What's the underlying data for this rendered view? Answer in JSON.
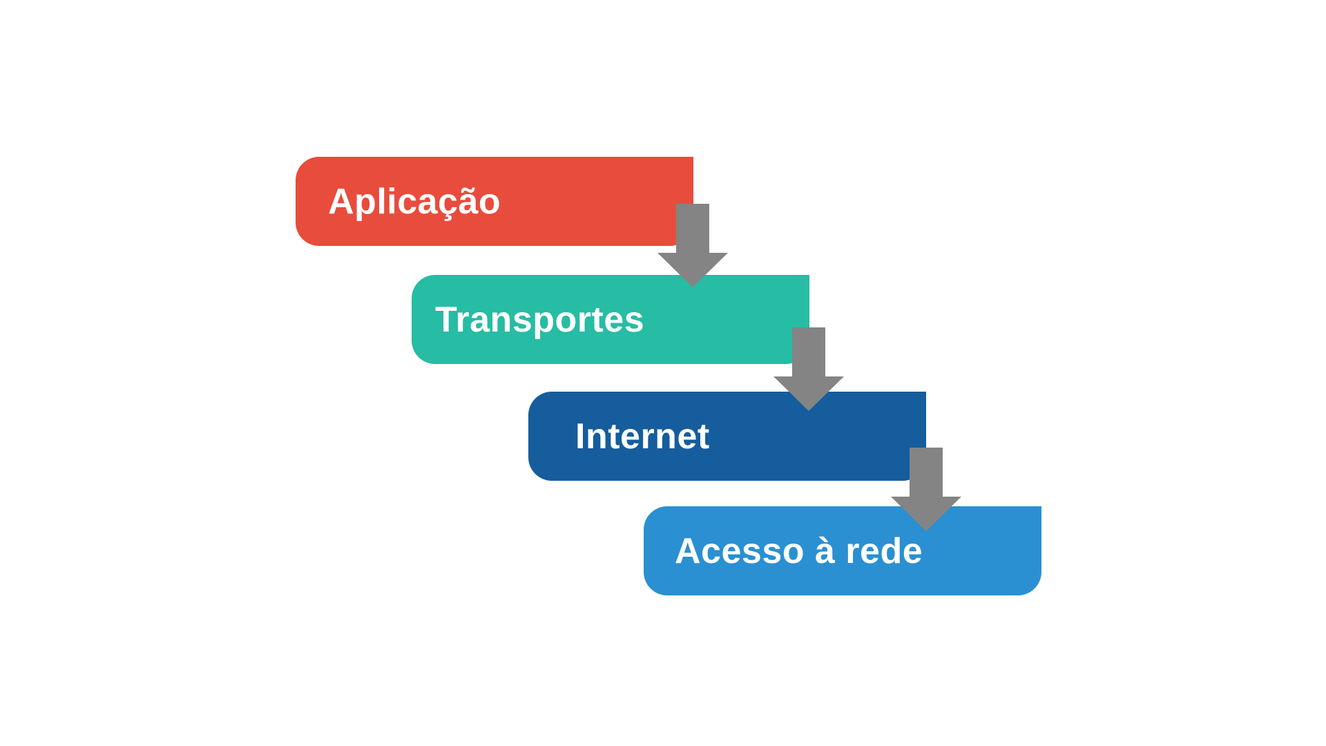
{
  "diagram": {
    "layers": [
      {
        "label": "Aplicação",
        "color": "#E84C3D"
      },
      {
        "label": "Transportes",
        "color": "#27BCA4"
      },
      {
        "label": "Internet",
        "color": "#155D9C"
      },
      {
        "label": "Acesso à rede",
        "color": "#2A90D1"
      }
    ],
    "arrow_color": "#848484",
    "arrow_icon": "down-arrow-icon"
  }
}
